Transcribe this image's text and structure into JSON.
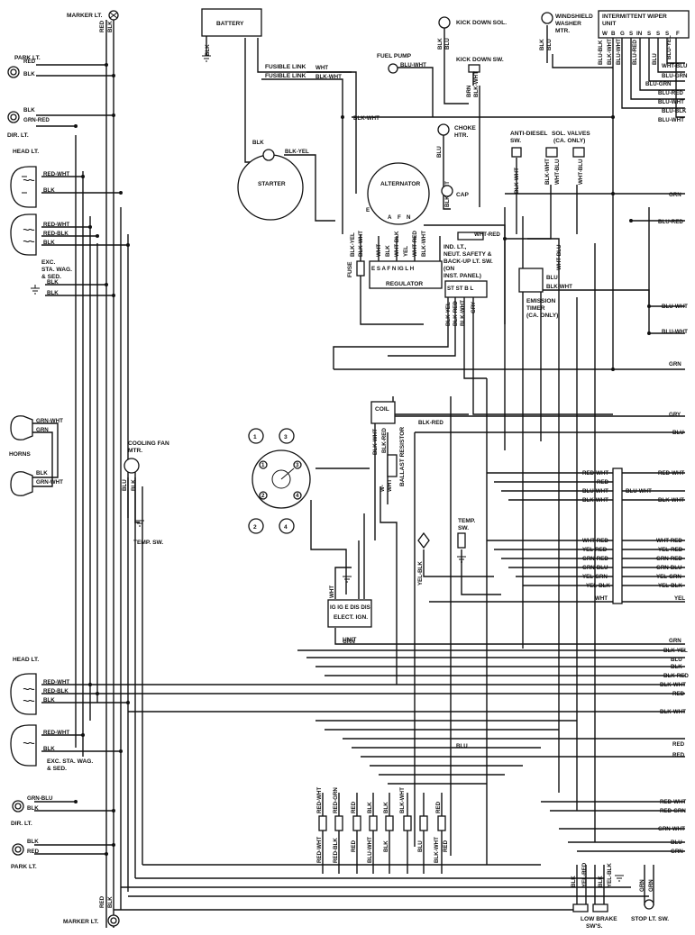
{
  "components": {
    "marker_lt_top": "MARKER LT.",
    "marker_lt_bottom": "MARKER LT.",
    "battery": "BATTERY",
    "kick_down_sol": "KICK DOWN SOL.",
    "kick_down_sw": "KICK DOWN SW.",
    "windshield_washer": [
      "WINDSHIELD",
      "WASHER",
      "MTR."
    ],
    "wiper_unit": [
      "INTERMITTENT WIPER",
      "UNIT"
    ],
    "wiper_pins": [
      "W",
      "B",
      "G",
      "S",
      "IN",
      "S",
      "S",
      "S",
      "F"
    ],
    "park_lt_top": "PARK LT.",
    "park_lt_bottom": "PARK LT.",
    "dir_lt_top": "DIR. LT.",
    "dir_lt_bottom": "DIR. LT.",
    "fuel_pump": "FUEL PUMP",
    "fusible_link_1": "FUSIBLE LINK",
    "fusible_link_2": "FUSIBLE LINK",
    "choke_htr": [
      "CHOKE",
      "HTR."
    ],
    "anti_diesel": [
      "ANTI-DIESEL",
      "SW."
    ],
    "sol_valves": [
      "SOL. VALVES",
      "(CA. ONLY)"
    ],
    "head_lt_top": "HEAD LT.",
    "head_lt_bottom": "HEAD LT.",
    "starter": "STARTER",
    "alternator": "ALTERNATOR",
    "cap": "CAP",
    "exc_sta_wag_top": [
      "EXC.",
      "STA. WAG.",
      "& SED."
    ],
    "exc_sta_wag_bottom": [
      "EXC. STA. WAG.",
      "& SED."
    ],
    "ind_lt": [
      "IND. LT.,",
      "NEUT. SAFETY &",
      "BACK-UP LT. SW.",
      "(ON",
      "INST. PANEL)"
    ],
    "fuse": "FUSE",
    "regulator": "REGULATOR",
    "regulator_pins": "E  S  A  F  N  IG  L  H",
    "emission_timer": [
      "EMISSION",
      "TIMER",
      "(CA. ONLY)"
    ],
    "switch_pins": "ST  ST  B  L",
    "coil": "COIL",
    "ballast_resistor": "BALLAST RESISTOR",
    "horns": "HORNS",
    "cooling_fan": [
      "COOLING FAN",
      "MTR."
    ],
    "temp_sw_left": "TEMP. SW.",
    "temp_sw_right": [
      "TEMP.",
      "SW."
    ],
    "firing_order": [
      "1",
      "3",
      "2",
      "4"
    ],
    "distributor_marks": [
      "1",
      "3",
      "2",
      "4"
    ],
    "elect_ign_pins": "IG  IG  E  DIS  DIS",
    "elect_ign": [
      "ELECT. IGN.",
      "UNIT"
    ],
    "low_brake": [
      "LOW BRAKE",
      "SW'S."
    ],
    "stop_lt_sw": "STOP LT. SW."
  },
  "wire_labels": {
    "red_marker_top": "RED",
    "blk_marker_top": "BLK",
    "park_red": "RED",
    "park_blk": "BLK",
    "dir_blk": "BLK",
    "dir_grn_red": "GRN-RED",
    "head_red_wht_1": "RED-WHT",
    "head_blk_1": "BLK",
    "head_red_wht_2": "RED-WHT",
    "head_red_blk_2": "RED-BLK",
    "head_blk_2": "BLK",
    "gnd_blk_1": "BLK",
    "gnd_blk_2": "BLK",
    "horn_grn_wht": "GRN-WHT",
    "horn_grn": "GRN",
    "horn_blk": "BLK",
    "horn_grn_wht_2": "GRN-WHT",
    "head2_red_wht": "RED-WHT",
    "head2_red_blk": "RED-BLK",
    "head2_blk": "BLK",
    "head3_red_wht": "RED-WHT",
    "head3_blk": "BLK",
    "dir2_grn_blu": "GRN-BLU",
    "dir2_blk": "BLK",
    "park2_blk": "BLK",
    "park2_red": "RED",
    "marker2_red": "RED",
    "marker2_blk": "BLK",
    "bat_blk": "BLK",
    "fl_wht": "WHT",
    "fl_blk_wht": "BLK-WHT",
    "fuel_blu_wht": "BLU-WHT",
    "kd_blk": "BLK",
    "kd_blu": "BLU",
    "kds_brn": "BRN",
    "kds_blk_wht": "BLK-WHT",
    "ww_blk": "BLK",
    "ww_blu": "BLU",
    "wu_blu_blk": "BLU-BLK",
    "wu_blk_wht": "BLK-WHT",
    "wu_blu_wht": "BLU-WHT",
    "wu_blu_red": "BLU-RED",
    "wu_blu": "BLU",
    "wu_blu_yel": "BLU-YEL",
    "r_wht_blu": "WHT-BLU",
    "r_blu_grn": "BLU-GRN",
    "r_blu_grn_2": "BLU-GRN",
    "r_blu_red": "BLU-RED",
    "r_blu_wht": "BLU-WHT",
    "r_blu_blk": "BLU-BLK",
    "r_blu_wht_2": "BLU-WHT",
    "blk_wht_mid": "BLK-WHT",
    "st_blk": "BLK",
    "st_blk_yel": "BLK-YEL",
    "ch_blu": "BLU",
    "ch_blk_wht": "BLK-WHT",
    "ad_blk_wht": "BLK-WHT",
    "sv_blk_wht": "BLK-WHT",
    "sv_wht_blu": "WHT-BLU",
    "sv_wht_blu_2": "WHT-BLU",
    "r_grn": "GRN",
    "r_blu_red_2": "BLU-RED",
    "alt_e": "E",
    "alt_a": "A",
    "alt_f": "F",
    "alt_n": "N",
    "reg_blk_yel": "BLK-YEL",
    "reg_blk_wht": "BLK-WHT",
    "reg_wht": "WHT",
    "reg_blk": "BLK",
    "reg_wht_blk": "WHT-BLK",
    "reg_yel": "YEL",
    "reg_wht_red": "WHT-RED",
    "reg_blk_wht_2": "BLK-WHT",
    "wht_red_mid": "WHT-RED",
    "et_wht_blu": "WHT-BLU",
    "et_blu": "BLU",
    "et_blk_wht": "BLK-WHT",
    "r_blu_wht_3": "BLU-WHT",
    "r_blu_wht_4": "BLU-WHT",
    "r_grn_2": "GRN",
    "sw_blk_yel": "BLK-YEL",
    "sw_blk_red": "BLK-RED",
    "sw_blk_wht": "BLK-WHT",
    "sw_gry": "GRY",
    "r_gry": "GRY",
    "r_blu": "BLU",
    "coil_blk_red": "BLK-RED",
    "coil_blk_red_2": "BLK-RED",
    "coil_blk_wht": "BLK-WHT",
    "coil_w": "W-",
    "coil_wht": "WHT",
    "cf_blu": "BLU",
    "cf_blk": "BLK",
    "cn_red_wht": "RED-WHT",
    "cn_red": "RED",
    "cn_blu_wht": "BLU-WHT",
    "cn_blk_wht": "BLK-WHT",
    "cr_red_wht": "RED-WHT",
    "cr_blu_wht": "BLU-WHT",
    "cr_blk_wht": "BLK-WHT",
    "cn_wht_red": "WHT-RED",
    "cn_yel_red": "YEL-RED",
    "cn_grn_red": "GRN-RED",
    "cn_grn_blu": "GRN-BLU",
    "cn_yel_grn": "YEL-GRN",
    "cn_yel_blk": "YEL-BLK",
    "cn_wht": "WHT",
    "cr_wht_red": "WHT-RED",
    "cr_yel_red": "YEL-RED",
    "cr_grn_red": "GRN-RED",
    "cr_grn_blu": "GRN-BLU",
    "cr_yel_grn": "YEL-GRN",
    "cr_yel_blk": "YEL-BLK",
    "cr_yel": "YEL",
    "ts_yel_blk": "YEL-BLK",
    "eiu_wht": "WHT",
    "eiu_grn": "GRN",
    "lr_grn": "GRN",
    "lr_blk_yel": "BLK-YEL",
    "lr_blu": "BLU",
    "lr_blk": "BLK",
    "lr_blk_red": "BLK-RED",
    "lr_blk_wht": "BLK-WHT",
    "lr_red": "RED",
    "lr_blk_wht_2": "BLK-WHT",
    "lr_red_2": "RED",
    "lr_red_3": "RED",
    "mid_blu": "BLU",
    "lr_red_wht": "RED-WHT",
    "lr_red_grn": "RED-GRN",
    "lr_grn_wht": "GRN-WHT",
    "lr_blu_2": "BLU",
    "lr_grn_2": "GRN",
    "bc_red_wht": "RED-WHT",
    "bc_red_grn": "RED-GRN",
    "bc_red": "RED",
    "bc_blk": "BLK",
    "bc_blk_wht": "BLK-WHT",
    "bc_blk_2": "BLK",
    "bc_red_2": "RED",
    "bb_red_wht": "RED-WHT",
    "bb_red_blk": "RED-BLK",
    "bb_red": "RED",
    "bb_blu_wht": "BLU-WHT",
    "bb_blk": "BLK",
    "bb_blu": "BLU",
    "bb_blk_wht": "BLK-WHT",
    "bb_red_2": "RED",
    "lb_blk": "BLK",
    "lb_yel_red": "YEL-RED",
    "lb_blk_2": "BLK",
    "lb_yel_blk": "YEL-BLK",
    "sl_grn": "GRN",
    "sl_grn_2": "GRN"
  }
}
